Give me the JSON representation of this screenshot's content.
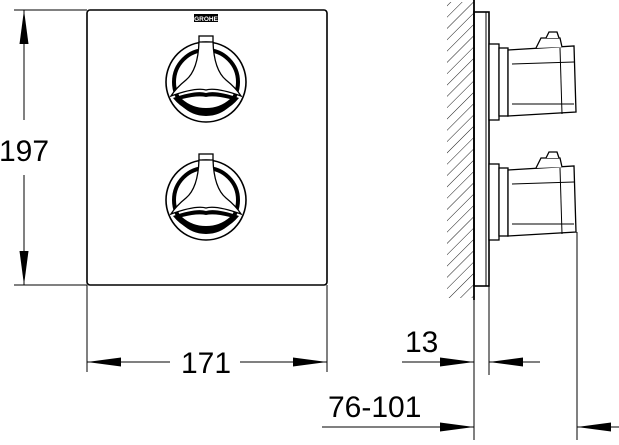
{
  "brand": "GROHE",
  "dimensions": {
    "height": "197",
    "width": "171",
    "plate_depth": "13",
    "projection_range": "76-101"
  }
}
